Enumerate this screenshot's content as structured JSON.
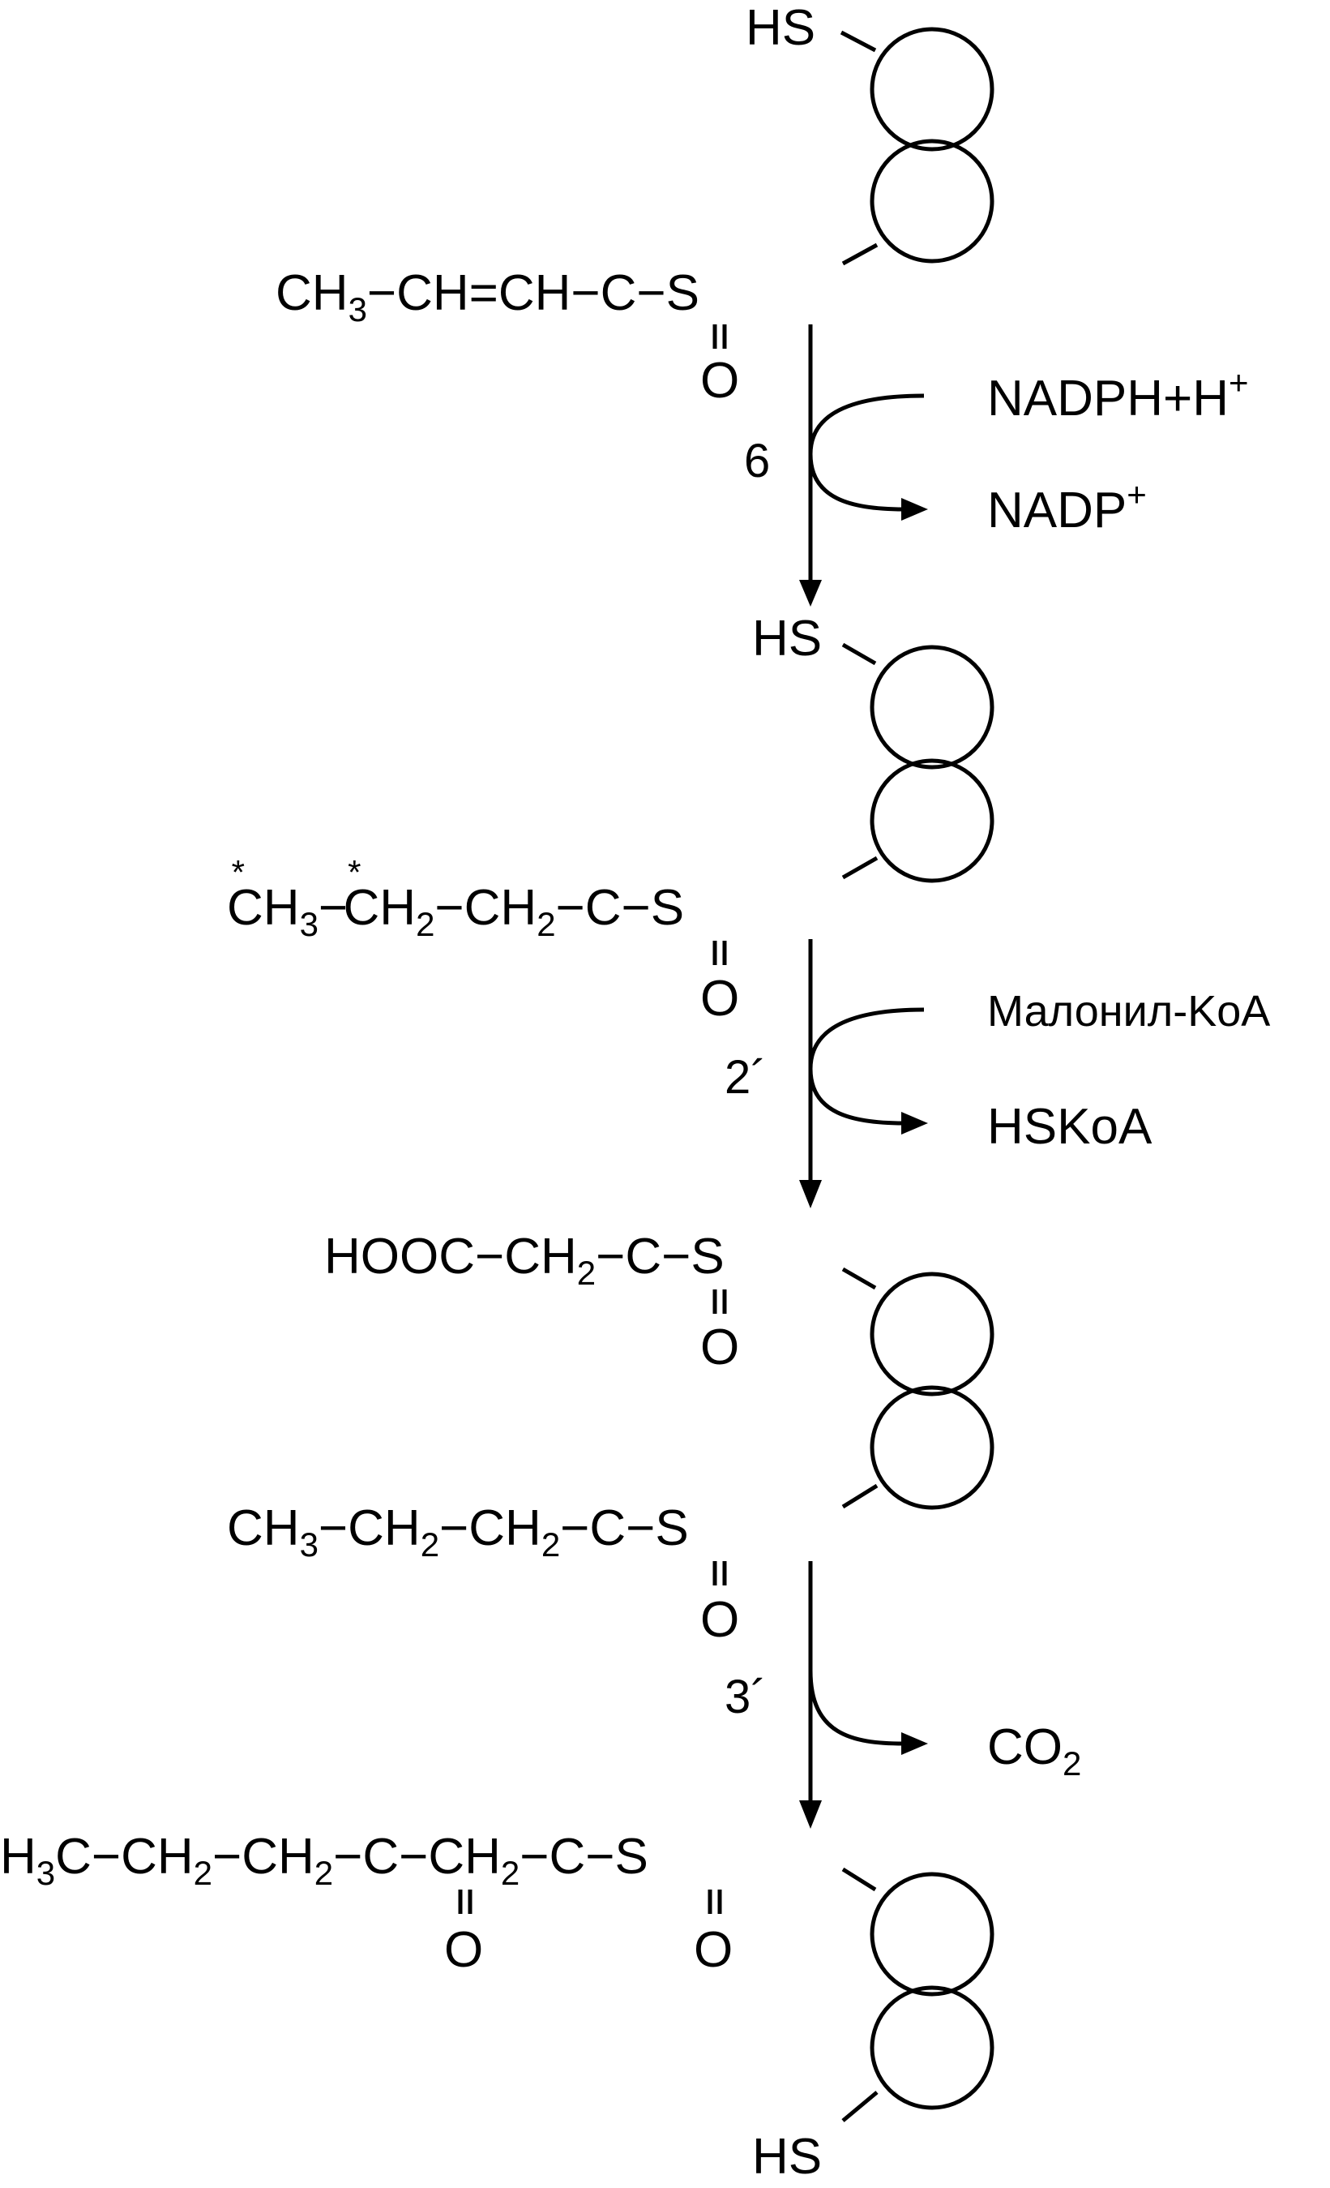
{
  "structures": {
    "s1": {
      "hs": "HS",
      "formula": [
        "CH",
        "3",
        "−CH=CH−C−S"
      ],
      "oxygen": "O"
    },
    "s2": {
      "hs": "HS",
      "formula": [
        "*",
        "CH",
        "3",
        "−",
        "*",
        "CH",
        "2",
        "−CH",
        "2",
        "−C−S"
      ],
      "oxygen": "O"
    },
    "s3": {
      "formula": [
        "HOOC−CH",
        "2",
        "−C−S"
      ],
      "oxygen": "O"
    },
    "s4": {
      "formula": [
        "CH",
        "3",
        "−CH",
        "2",
        "−CH",
        "2",
        "−C−S"
      ],
      "oxygen": "O"
    },
    "s5": {
      "formula": [
        "H",
        "3",
        "C−CH",
        "2",
        "−CH",
        "2",
        "−C−CH",
        "2",
        "−C−S"
      ],
      "oxygen_left": "O",
      "oxygen_right": "O",
      "hs": "HS"
    }
  },
  "steps": {
    "step1": {
      "number": "6",
      "in": "NADPH+H",
      "in_sup": "+",
      "out": "NADP",
      "out_sup": "+"
    },
    "step2": {
      "number": "2´",
      "in": "Малонил-KoA",
      "out": "HSKoA"
    },
    "step3": {
      "number": "3´",
      "out": "CO",
      "out_sub": "2"
    }
  }
}
